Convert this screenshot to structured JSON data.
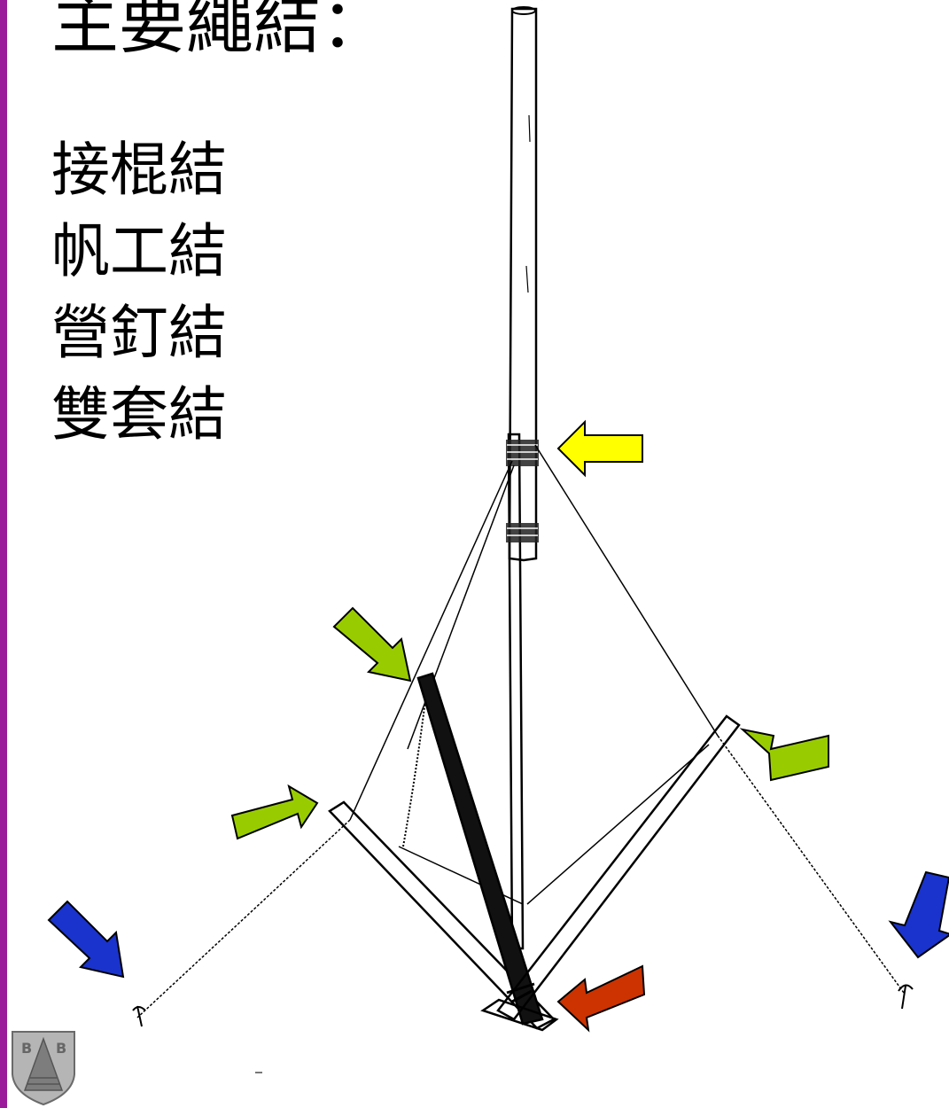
{
  "slide": {
    "title": "主要繩結：",
    "knots": [
      {
        "label": "接棍結"
      },
      {
        "label": "帆工結"
      },
      {
        "label": "營釘結"
      },
      {
        "label": "雙套結"
      }
    ],
    "colors": {
      "side_bar": "#9b1a9b",
      "arrow_yellow": "#ffff00",
      "arrow_green": "#99cc00",
      "arrow_red": "#cc3300",
      "arrow_blue": "#1a33cc"
    },
    "logo": {
      "letters": "B B",
      "icon": "scout-badge-icon"
    }
  }
}
